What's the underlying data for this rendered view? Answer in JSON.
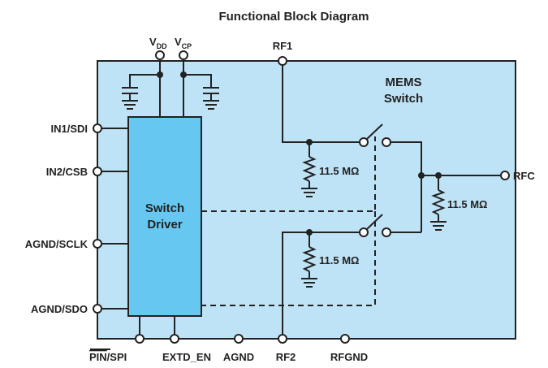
{
  "title": "Functional Block Diagram",
  "colors": {
    "package_fill": "#bfe3f6",
    "driver_fill": "#66c8f0",
    "line": "#222222"
  },
  "package_label": [
    "MEMS",
    "Switch"
  ],
  "driver_label": [
    "Switch",
    "Driver"
  ],
  "supply_pins": {
    "vdd": {
      "main": "V",
      "sub": "DD"
    },
    "vcp": {
      "main": "V",
      "sub": "CP"
    }
  },
  "pins": {
    "rf1": "RF1",
    "rfc": "RFC",
    "in1_sdi": "IN1/SDI",
    "in2_csb": "IN2/CSB",
    "agnd_sclk": "AGND/SCLK",
    "agnd_sdo": "AGND/SDO",
    "pin_bar": "PIN",
    "spi": "/SPI",
    "extd_en": "EXTD_EN",
    "agnd": "AGND",
    "rf2": "RF2",
    "rfgnd": "RFGND"
  },
  "resistors": {
    "r1": "11.5 MΩ",
    "rc": "11.5 MΩ",
    "r2": "11.5 MΩ"
  },
  "icons": [
    "capacitor-icon",
    "ground-icon",
    "resistor-icon",
    "switch-icon"
  ]
}
